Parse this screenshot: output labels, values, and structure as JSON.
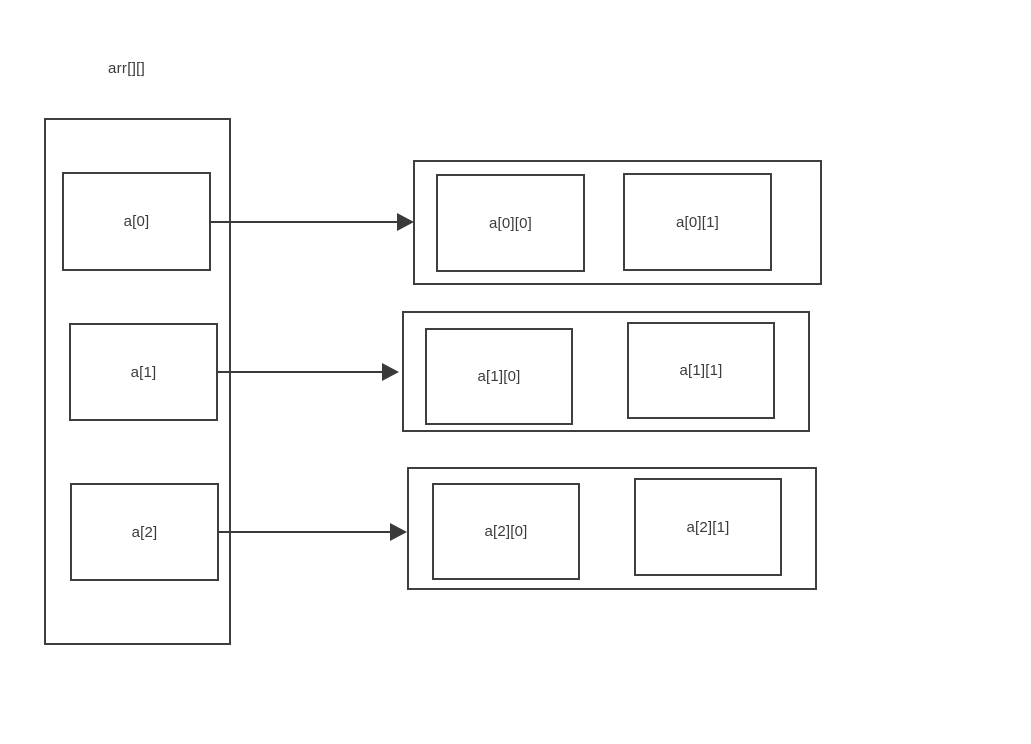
{
  "diagram": {
    "title_label": "arr[][]",
    "type": "two-dimensional-array-memory-layout",
    "colors": {
      "background": "#ffffff",
      "border": "#3f3f3f",
      "text": "#3b3b3b",
      "arrow": "#3a3a3a"
    },
    "row_pointers": {
      "container_name": "arr-pointer-column",
      "cells": [
        {
          "label": "a[0]"
        },
        {
          "label": "a[1]"
        },
        {
          "label": "a[2]"
        }
      ]
    },
    "rows": [
      {
        "row_name": "row-0",
        "cells": [
          {
            "label": "a[0][0]"
          },
          {
            "label": "a[0][1]"
          }
        ]
      },
      {
        "row_name": "row-1",
        "cells": [
          {
            "label": "a[1][0]"
          },
          {
            "label": "a[1][1]"
          }
        ]
      },
      {
        "row_name": "row-2",
        "cells": [
          {
            "label": "a[2][0]"
          },
          {
            "label": "a[2][1]"
          }
        ]
      }
    ],
    "arrows": [
      {
        "name": "pointer-arrow-0",
        "from": "a[0]",
        "to": "a[0][*]"
      },
      {
        "name": "pointer-arrow-1",
        "from": "a[1]",
        "to": "a[1][*]"
      },
      {
        "name": "pointer-arrow-2",
        "from": "a[2]",
        "to": "a[2][*]"
      }
    ]
  }
}
